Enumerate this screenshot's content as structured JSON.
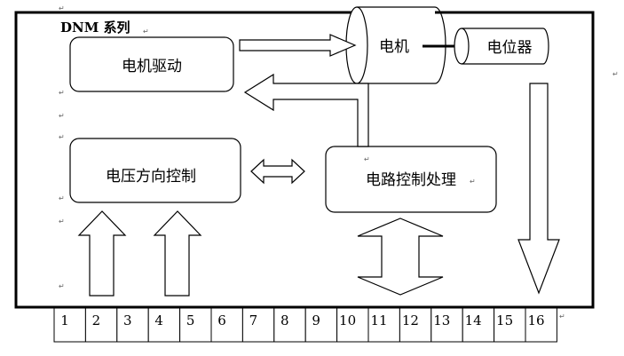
{
  "diagram": {
    "title": "DNM 系列",
    "blocks": {
      "motor_drive": "电机驱动",
      "voltage_direction": "电压方向控制",
      "circuit_processing": "电路控制处理",
      "motor": "电机",
      "potentiometer": "电位器"
    },
    "pins": [
      "1",
      "2",
      "3",
      "4",
      "5",
      "6",
      "7",
      "8",
      "9",
      "10",
      "11",
      "12",
      "13",
      "14",
      "15",
      "16"
    ],
    "paragraph_mark": "↵"
  }
}
